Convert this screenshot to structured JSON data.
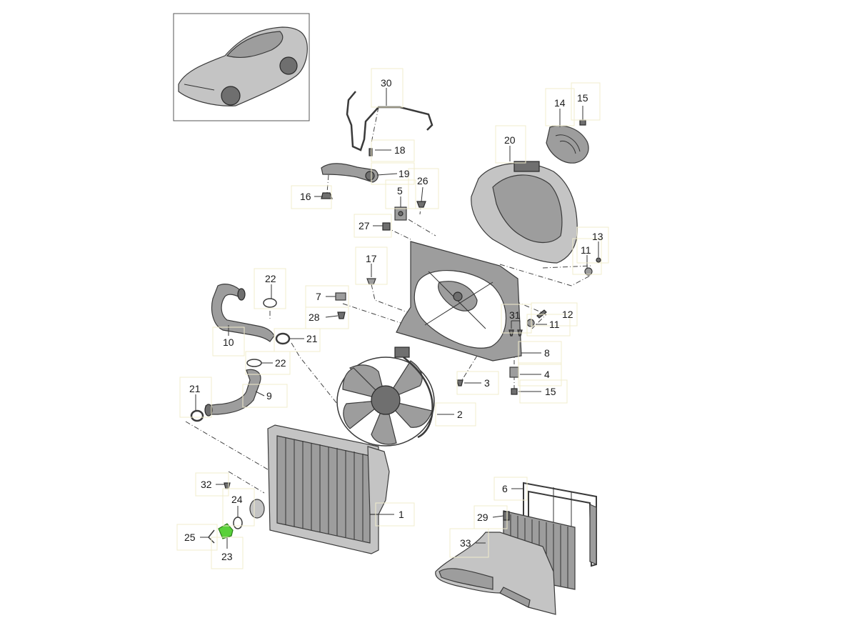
{
  "diagram": {
    "callouts": [
      {
        "id": "c30",
        "text": "30"
      },
      {
        "id": "c14",
        "text": "14"
      },
      {
        "id": "c15a",
        "text": "15"
      },
      {
        "id": "c20",
        "text": "20"
      },
      {
        "id": "c18",
        "text": "18"
      },
      {
        "id": "c19",
        "text": "19"
      },
      {
        "id": "c16",
        "text": "16"
      },
      {
        "id": "c26",
        "text": "26"
      },
      {
        "id": "c5",
        "text": "5"
      },
      {
        "id": "c27",
        "text": "27"
      },
      {
        "id": "c13",
        "text": "13"
      },
      {
        "id": "c11a",
        "text": "11"
      },
      {
        "id": "c17",
        "text": "17"
      },
      {
        "id": "c22a",
        "text": "22"
      },
      {
        "id": "c7",
        "text": "7"
      },
      {
        "id": "c28",
        "text": "28"
      },
      {
        "id": "c31",
        "text": "31"
      },
      {
        "id": "c12",
        "text": "12"
      },
      {
        "id": "c11b",
        "text": "11"
      },
      {
        "id": "c10",
        "text": "10"
      },
      {
        "id": "c21a",
        "text": "21"
      },
      {
        "id": "c8",
        "text": "8"
      },
      {
        "id": "c22b",
        "text": "22"
      },
      {
        "id": "c4",
        "text": "4"
      },
      {
        "id": "c3",
        "text": "3"
      },
      {
        "id": "c15b",
        "text": "15"
      },
      {
        "id": "c21b",
        "text": "21"
      },
      {
        "id": "c9",
        "text": "9"
      },
      {
        "id": "c2",
        "text": "2"
      },
      {
        "id": "c6",
        "text": "6"
      },
      {
        "id": "c32",
        "text": "32"
      },
      {
        "id": "c24",
        "text": "24"
      },
      {
        "id": "c29",
        "text": "29"
      },
      {
        "id": "c1",
        "text": "1"
      },
      {
        "id": "c25",
        "text": "25"
      },
      {
        "id": "c33",
        "text": "33"
      },
      {
        "id": "c23",
        "text": "23"
      }
    ],
    "colors": {
      "highlight": "#59d13a",
      "part": "#9d9d9d",
      "outline": "#3a3a3a",
      "label_box": "#f1eccc"
    }
  }
}
